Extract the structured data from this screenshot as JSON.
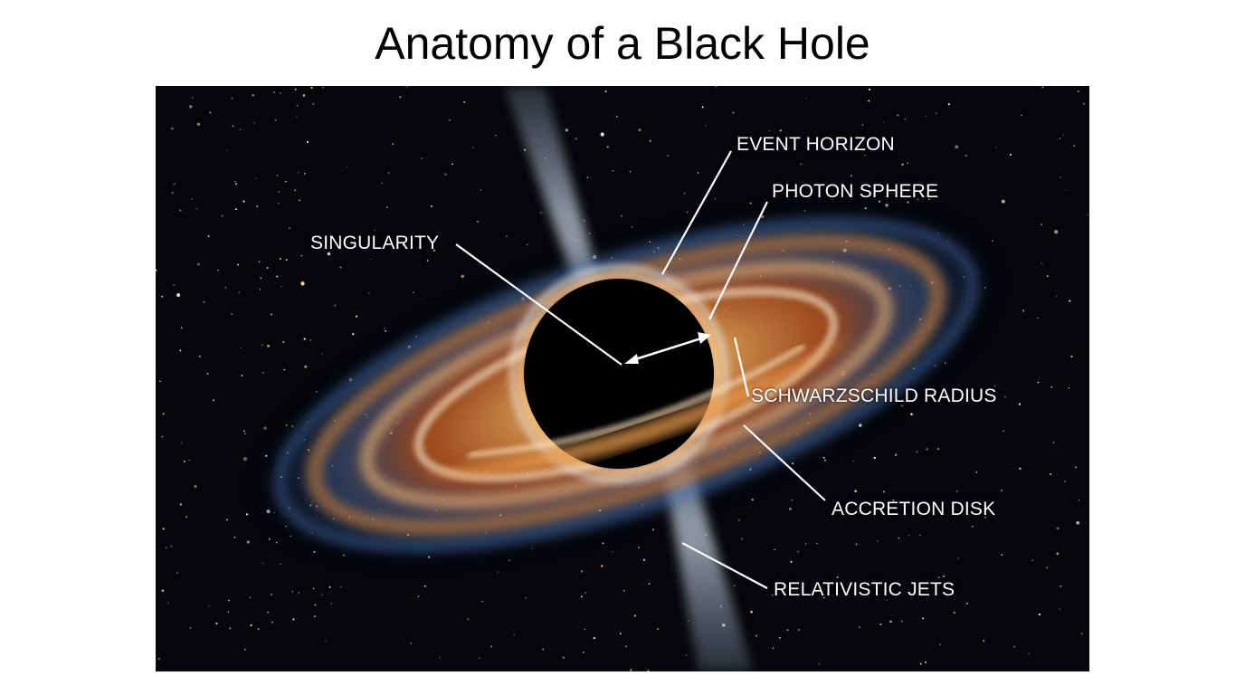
{
  "title": "Anatomy of a Black Hole",
  "labels": {
    "event_horizon": "EVENT HORIZON",
    "photon_sphere": "PHOTON SPHERE",
    "singularity": "SINGULARITY",
    "schwarzschild_radius": "SCHWARZSCHILD RADIUS",
    "accretion_disk": "ACCRETION DISK",
    "relativistic_jets": "RELATIVISTIC JETS"
  },
  "colors": {
    "background": "#ffffff",
    "space": "#05050a",
    "disk_hot": "#f0a050",
    "disk_mid": "#c85a1e",
    "disk_cool": "#3f6fb0",
    "jet": "#a9c4e0",
    "label_text": "#ffffff"
  }
}
